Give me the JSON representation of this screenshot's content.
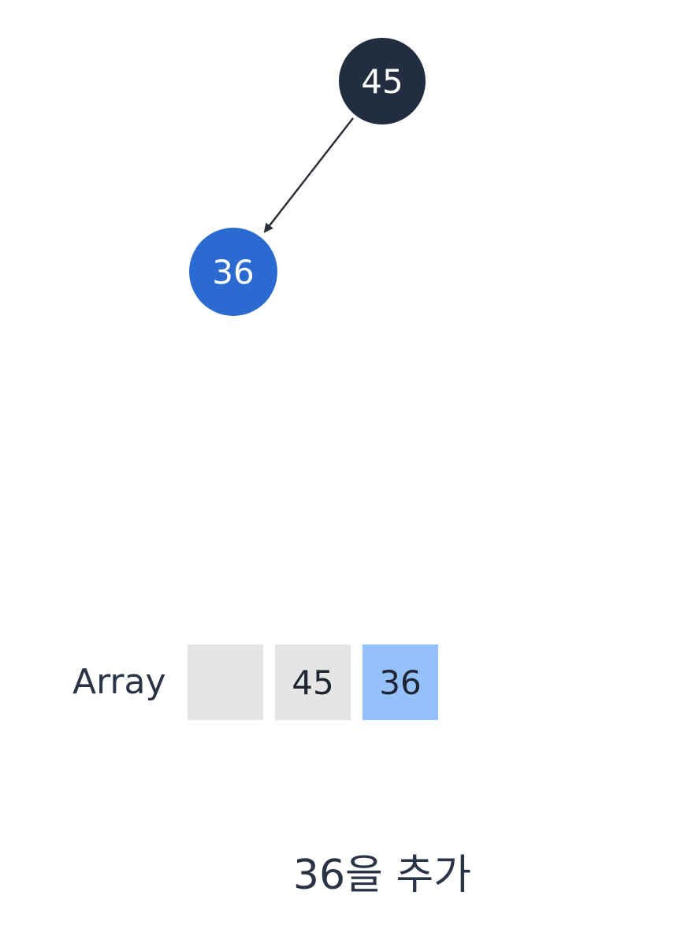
{
  "tree": {
    "nodes": [
      {
        "id": "root",
        "label": "45",
        "color": "#232d40"
      },
      {
        "id": "left",
        "label": "36",
        "color": "#2b6bd1"
      }
    ],
    "edge_color": "#2b2f38"
  },
  "array": {
    "label": "Array",
    "cells": [
      {
        "value": "",
        "highlighted": false
      },
      {
        "value": "45",
        "highlighted": false
      },
      {
        "value": "36",
        "highlighted": true
      }
    ],
    "cell_color": "#e5e5e5",
    "highlight_color": "#94c1fb"
  },
  "caption": "36을 추가"
}
